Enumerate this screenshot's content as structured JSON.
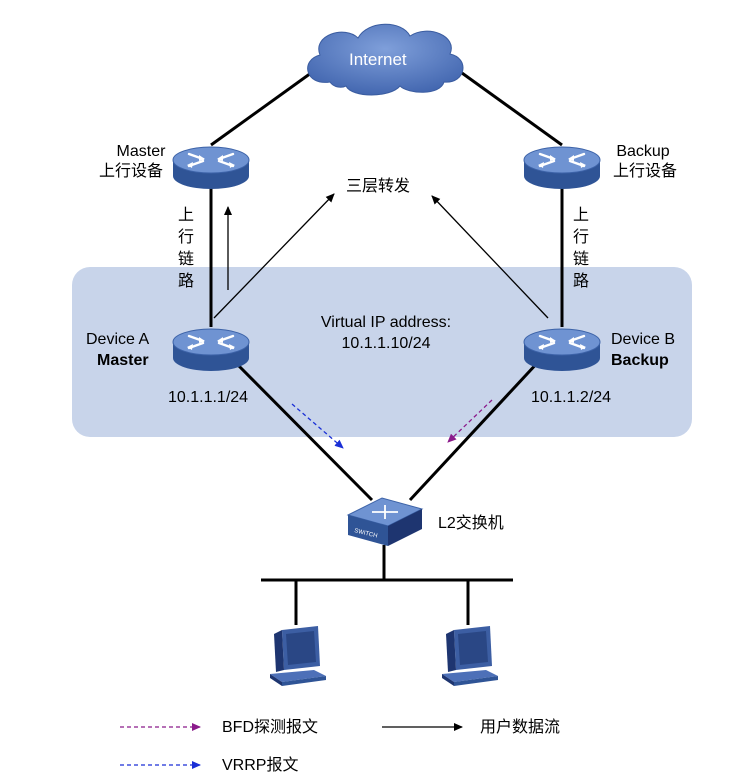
{
  "cloud": {
    "label": "Internet"
  },
  "upstream": {
    "left": {
      "role": "Master",
      "name": "上行设备"
    },
    "right": {
      "role": "Backup",
      "name": "上行设备"
    }
  },
  "uplink_label": [
    "上",
    "行",
    "链",
    "路"
  ],
  "l3_forward_label": "三层转发",
  "virtual_ip": {
    "line1": "Virtual IP address:",
    "line2": "10.1.1.10/24"
  },
  "device_a": {
    "name": "Device A",
    "role": "Master",
    "ip": "10.1.1.1/24"
  },
  "device_b": {
    "name": "Device B",
    "role": "Backup",
    "ip": "10.1.1.2/24"
  },
  "switch": {
    "label": "L2交换机",
    "badge": "SWITCH"
  },
  "legend": {
    "bfd": "BFD探测报文",
    "vrrp": "VRRP报文",
    "user_flow": "用户数据流"
  },
  "colors": {
    "router_body": "#4a6fb0",
    "router_top": "#6f93d2",
    "cloud": "#5b7fc4",
    "shaded_region": "#c8d4ea",
    "bfd_arrow": "#8b1a8b",
    "vrrp_arrow": "#1a2fd6"
  },
  "icons": {
    "router": "router-icon",
    "cloud": "cloud-icon",
    "switch": "switch-icon",
    "pc": "pc-icon"
  }
}
